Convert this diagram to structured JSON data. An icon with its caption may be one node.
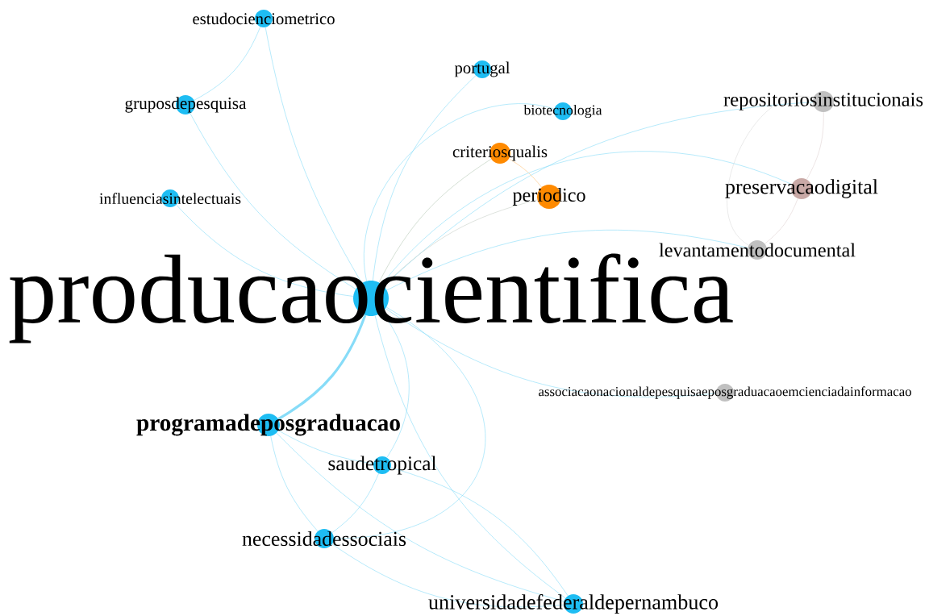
{
  "diagram": {
    "nodes": [
      {
        "text": [
          "producaocientifica"
        ]
      },
      {
        "text": [
          "estudocienciometrico"
        ]
      },
      {
        "text": [
          "portugal"
        ]
      },
      {
        "text": [
          "gruposdepesquisa"
        ]
      },
      {
        "text": [
          "biotecnologia"
        ]
      },
      {
        "text": [
          "repositoriosinstitucionais"
        ]
      },
      {
        "text": [
          "criteriosqualis"
        ]
      },
      {
        "text": [
          "periodico"
        ]
      },
      {
        "text": [
          "preservacaodigital"
        ]
      },
      {
        "text": [
          "influenciasintelectuais"
        ]
      },
      {
        "text": [
          "levantamentodocumental"
        ]
      },
      {
        "text": [
          "associacaonacionaldepesquisaeposgraduacaoemcienciadainformacao"
        ]
      },
      {
        "text": [
          "programadeposgraduacao"
        ]
      },
      {
        "text": [
          "saudetropical"
        ]
      },
      {
        "text": [
          "necessidadessociais"
        ]
      },
      {
        "text": [
          "universidadefederaldepernambuco"
        ]
      }
    ],
    "edges": [
      {
        "from": 1,
        "to": 3,
        "arrow": "none"
      },
      {
        "from": 1,
        "to": 0,
        "arrow": "none"
      },
      {
        "from": 3,
        "to": 0,
        "arrow": "none"
      },
      {
        "from": 9,
        "to": 0,
        "arrow": "none"
      },
      {
        "from": 2,
        "to": 0,
        "arrow": "none"
      },
      {
        "from": 4,
        "to": 0,
        "arrow": "none"
      },
      {
        "from": 5,
        "to": 0,
        "arrow": "none"
      },
      {
        "from": 6,
        "to": 0,
        "arrow": "none",
        "color": "#b8cbb8"
      },
      {
        "from": 6,
        "to": 7,
        "arrow": "none",
        "color": "#ffc27a"
      },
      {
        "from": 7,
        "to": 0,
        "arrow": "none",
        "color": "#c8d0c8"
      },
      {
        "from": 8,
        "to": 0,
        "arrow": "none"
      },
      {
        "from": 10,
        "to": 0,
        "arrow": "none"
      },
      {
        "from": 11,
        "to": 0,
        "arrow": "none"
      },
      {
        "from": 5,
        "to": 8,
        "arrow": "none",
        "color": "#e0d4d4"
      },
      {
        "from": 5,
        "to": 10,
        "arrow": "none",
        "color": "#dcdcdc"
      },
      {
        "from": 8,
        "to": 10,
        "arrow": "none",
        "color": "#e0d4d4"
      },
      {
        "from": 12,
        "to": 0,
        "arrow": "none",
        "style": "thick"
      },
      {
        "from": 13,
        "to": 0,
        "arrow": "none"
      },
      {
        "from": 14,
        "to": 0,
        "arrow": "none"
      },
      {
        "from": 15,
        "to": 0,
        "arrow": "none"
      },
      {
        "from": 12,
        "to": 13,
        "arrow": "none"
      },
      {
        "from": 12,
        "to": 15,
        "arrow": "none"
      },
      {
        "from": 12,
        "to": 14,
        "arrow": "none"
      },
      {
        "from": 13,
        "to": 14,
        "arrow": "none"
      },
      {
        "from": 13,
        "to": 15,
        "arrow": "none"
      },
      {
        "from": 14,
        "to": 15,
        "arrow": "none"
      }
    ]
  }
}
